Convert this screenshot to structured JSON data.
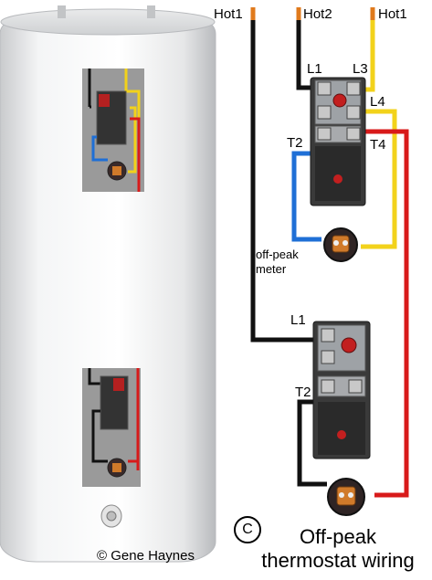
{
  "labels": {
    "hot1_left": "Hot1",
    "hot2": "Hot2",
    "hot1_right": "Hot1",
    "upper_l1": "L1",
    "upper_l3": "L3",
    "upper_l4": "L4",
    "upper_t2": "T2",
    "upper_t4": "T4",
    "meter_line1": "off-peak",
    "meter_line2": "meter",
    "lower_l1": "L1",
    "lower_t2": "T2"
  },
  "credit": "© Gene Haynes",
  "copyright_symbol": "C",
  "caption": {
    "line1": "Off-peak",
    "line2": "thermostat wiring"
  },
  "wire_colors": {
    "black": "#111111",
    "red": "#d81a1a",
    "yellow": "#f2d21b",
    "blue": "#1f6fd6",
    "orange_tip": "#e07a1c"
  }
}
